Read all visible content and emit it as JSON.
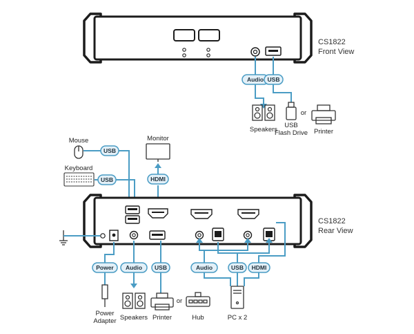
{
  "front": {
    "model": "CS1822",
    "view": "Front View",
    "port_tags": {
      "audio": "Audio",
      "usb": "USB"
    },
    "devices": {
      "speakers": "Speakers",
      "flash_line1": "USB",
      "flash_line2": "Flash Drive",
      "or": "or",
      "printer": "Printer"
    }
  },
  "rear": {
    "model": "CS1822",
    "view": "Rear View",
    "top_devices": {
      "mouse": "Mouse",
      "keyboard": "Keyboard",
      "monitor": "Monitor",
      "usb_tag": "USB",
      "hdmi_tag": "HDMI"
    },
    "bottom_tags": {
      "power": "Power",
      "audio": "Audio",
      "usb": "USB"
    },
    "pc_tags": {
      "audio": "Audio",
      "usb": "USB",
      "hdmi": "HDMI"
    },
    "bottom_devices": {
      "power_line1": "Power",
      "power_line2": "Adapter",
      "speakers": "Speakers",
      "printer": "Printer",
      "or": "or",
      "hub": "Hub",
      "pc": "PC x 2"
    }
  },
  "colors": {
    "cable": "#4a9cc4",
    "pill_bg": "#e3f0f8",
    "outline": "#1c1c1c"
  }
}
